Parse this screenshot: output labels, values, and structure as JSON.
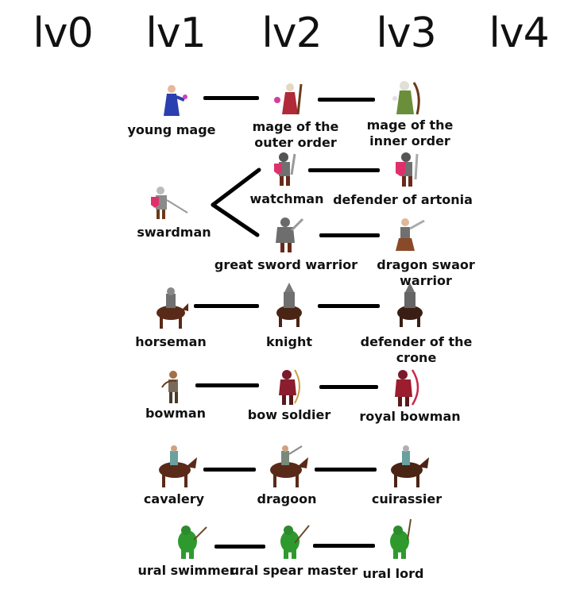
{
  "levels": [
    "lv0",
    "lv1",
    "lv2",
    "lv3",
    "lv4"
  ],
  "rows": [
    {
      "units": [
        "young mage",
        "mage of the\nouter order",
        "mage of the\ninner order"
      ]
    },
    {
      "root": "swardman",
      "branches": [
        [
          "watchman",
          "defender of artonia"
        ],
        [
          "great sword warrior",
          "dragon swaor warrior"
        ]
      ]
    },
    {
      "units": [
        "horseman",
        "knight",
        "defender of the crone"
      ]
    },
    {
      "units": [
        "bowman",
        "bow soldier",
        "royal bowman"
      ]
    },
    {
      "units": [
        "cavalery",
        "dragoon",
        "cuirassier"
      ]
    },
    {
      "units": [
        "ural swimmer",
        "ural spear master",
        "ural lord"
      ]
    }
  ],
  "colors": {
    "mage_robe": "#2a3fb0",
    "mage2_robe": "#b02a3a",
    "mage3_robe": "#6b8e3a",
    "armor": "#6e6e6e",
    "shield": "#e0306a",
    "horse": "#5a2a18",
    "bow": "#c8284a",
    "ural": "#2e9a2e"
  }
}
